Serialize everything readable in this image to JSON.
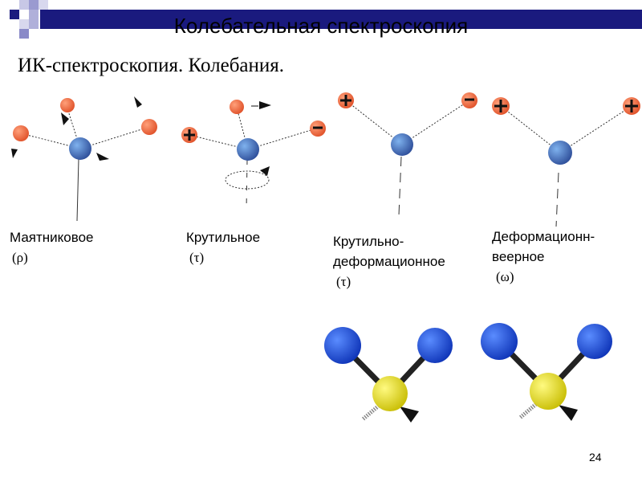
{
  "slide": {
    "title": "Колебательная спектроскопия",
    "subtitle": "ИК-спектроскопия. Колебания.",
    "page_number": "24"
  },
  "modes": [
    {
      "name_lines": [
        "Маятниковое"
      ],
      "symbol": "(ρ)"
    },
    {
      "name_lines": [
        "Крутильное"
      ],
      "symbol": "(τ)"
    },
    {
      "name_lines": [
        "Крутильно-",
        "деформационное"
      ],
      "symbol": "(τ)"
    },
    {
      "name_lines": [
        "Деформационн-",
        "веерное"
      ],
      "symbol": "(ω)"
    }
  ],
  "colors": {
    "title_bar": "#1a1a7e",
    "central_atom": "#3f6fbf",
    "peripheral_atom": "#ef6a3a",
    "model_blue": "#1f4fd6",
    "model_yellow": "#d9d21a"
  }
}
